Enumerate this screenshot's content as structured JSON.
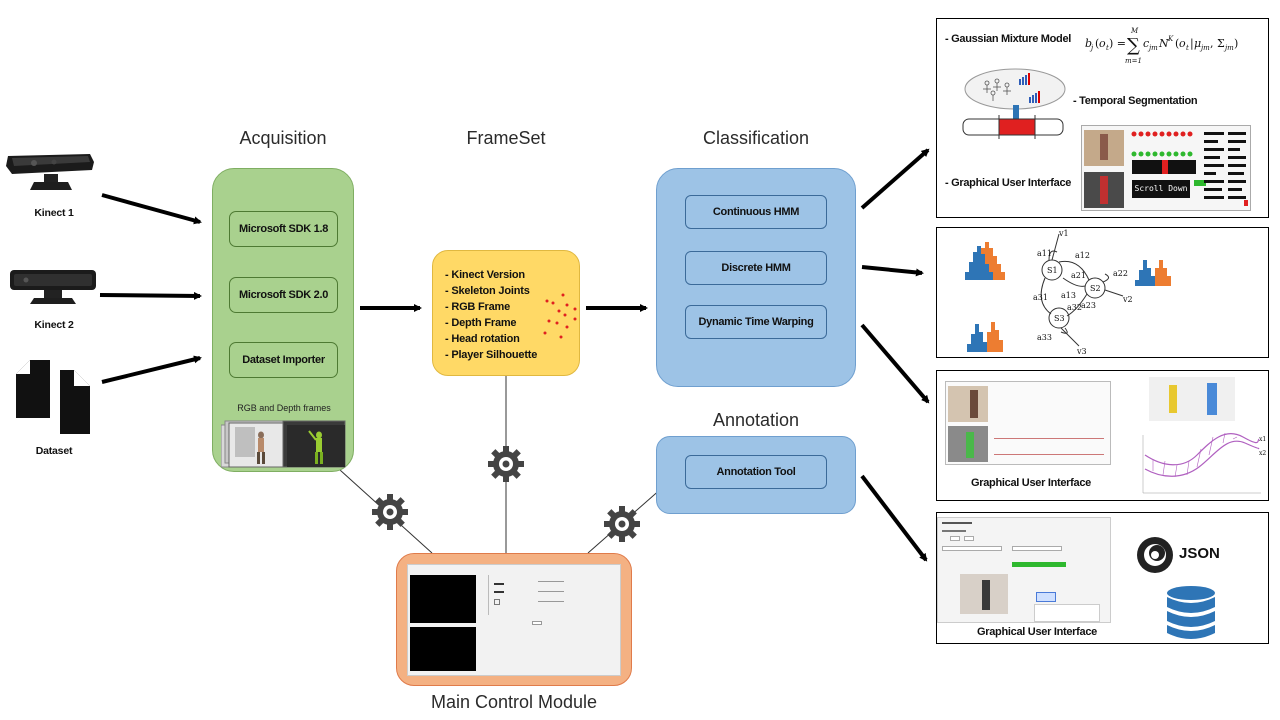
{
  "columns": {
    "acquisition": "Acquisition",
    "frameset": "FrameSet",
    "classification": "Classification",
    "annotation": "Annotation"
  },
  "devices": {
    "kinect1": "Kinect 1",
    "kinect2": "Kinect 2",
    "dataset": "Dataset"
  },
  "acquisition": {
    "items": [
      "Microsoft SDK 1.8",
      "Microsoft SDK 2.0",
      "Dataset Importer"
    ],
    "frames_label": "RGB and Depth frames"
  },
  "frameset": {
    "items": [
      "- Kinect Version",
      "- Skeleton Joints",
      "- RGB Frame",
      "- Depth Frame",
      "- Head rotation",
      "- Player Silhouette"
    ]
  },
  "classification": {
    "items": [
      "Continuous HMM",
      "Discrete HMM",
      "Dynamic Time Warping"
    ]
  },
  "annotation": {
    "items": [
      "Annotation Tool"
    ]
  },
  "main_module": {
    "title": "Main Control Module"
  },
  "outputs": {
    "box1": {
      "gmm_label": "- Gaussian Mixture Model",
      "gmm_formula": "b_j(o_t) = ∑_{m=1}^{M} c_jm N^K(o_t | μ_jm, Σ_jm)",
      "temporal": "- Temporal Segmentation",
      "gui": "- Graphical User Interface",
      "scroll_text": "Scroll Down"
    },
    "box2": {
      "states": [
        "S1",
        "S2",
        "S3"
      ],
      "transitions": [
        "a11",
        "a12",
        "a21",
        "a13",
        "a31",
        "a22",
        "a23",
        "a32",
        "a33"
      ],
      "outputs": [
        "v1",
        "v2",
        "v3"
      ]
    },
    "box3": {
      "gui": "Graphical User Interface",
      "series": [
        "x1",
        "x2"
      ]
    },
    "box4": {
      "gui": "Graphical User Interface",
      "json": "JSON"
    }
  },
  "colors": {
    "acquisition": "#a9d18e",
    "frameset": "#ffd966",
    "classification": "#9dc3e6",
    "main_module": "#f4b183",
    "hist_blue": "#2e75b6",
    "hist_orange": "#ed7d31",
    "database": "#2e75b6"
  },
  "icons": [
    "kinect-device-icon",
    "document-icon",
    "gear-icon",
    "json-logo-icon",
    "database-icon"
  ]
}
